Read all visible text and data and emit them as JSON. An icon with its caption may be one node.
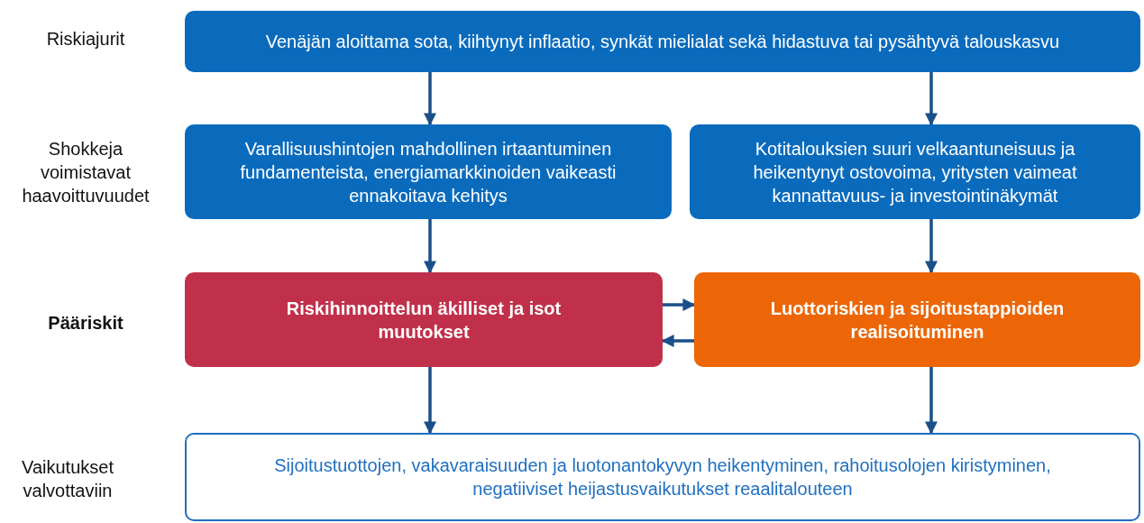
{
  "diagram": {
    "nodes": [
      {
        "text": [
          "Venäjän aloittama sota, kiihtynyt inflaatio, synkät mielialat sekä hidastuva tai pysähtyvä talouskasvu"
        ]
      },
      {
        "text": [
          "Varallisuushintojen mahdollinen irtaantuminen fundamenteista, energiamarkkinoiden vaikeasti ennakoitava kehitys"
        ]
      },
      {
        "text": [
          "Kotitalouksien suuri velkaantuneisuus ja heikentynyt ostovoima, yritysten vaimeat kannattavuus- ja investointinäkymät"
        ]
      },
      {
        "text": [
          "Riskihinnoittelun äkilliset ja isot muutokset"
        ]
      },
      {
        "text": [
          "Luottoriskien ja sijoitustappioiden realisoituminen"
        ]
      },
      {
        "text": [
          "Sijoitustuottojen, vakavaraisuuden ja luotonantokyvyn heikentyminen, rahoitusolojen kiristyminen, negatiiviset heijastusvaikutukset reaalitalouteen"
        ]
      }
    ],
    "edges": [
      {
        "from": 0,
        "to": 1,
        "arrow": "to"
      },
      {
        "from": 0,
        "to": 2,
        "arrow": "to"
      },
      {
        "from": 1,
        "to": 3,
        "arrow": "to"
      },
      {
        "from": 2,
        "to": 4,
        "arrow": "to"
      },
      {
        "from": 3,
        "to": 4,
        "arrow": "to"
      },
      {
        "from": 4,
        "to": 3,
        "arrow": "to"
      },
      {
        "from": 3,
        "to": 5,
        "arrow": "to"
      },
      {
        "from": 4,
        "to": 5,
        "arrow": "to"
      }
    ],
    "labels": [
      "Riskiajurit",
      "Shokkeja voimistavat haavoittuvuudet",
      "Pääriskit",
      "Vaikutukset valvottaviin"
    ]
  }
}
